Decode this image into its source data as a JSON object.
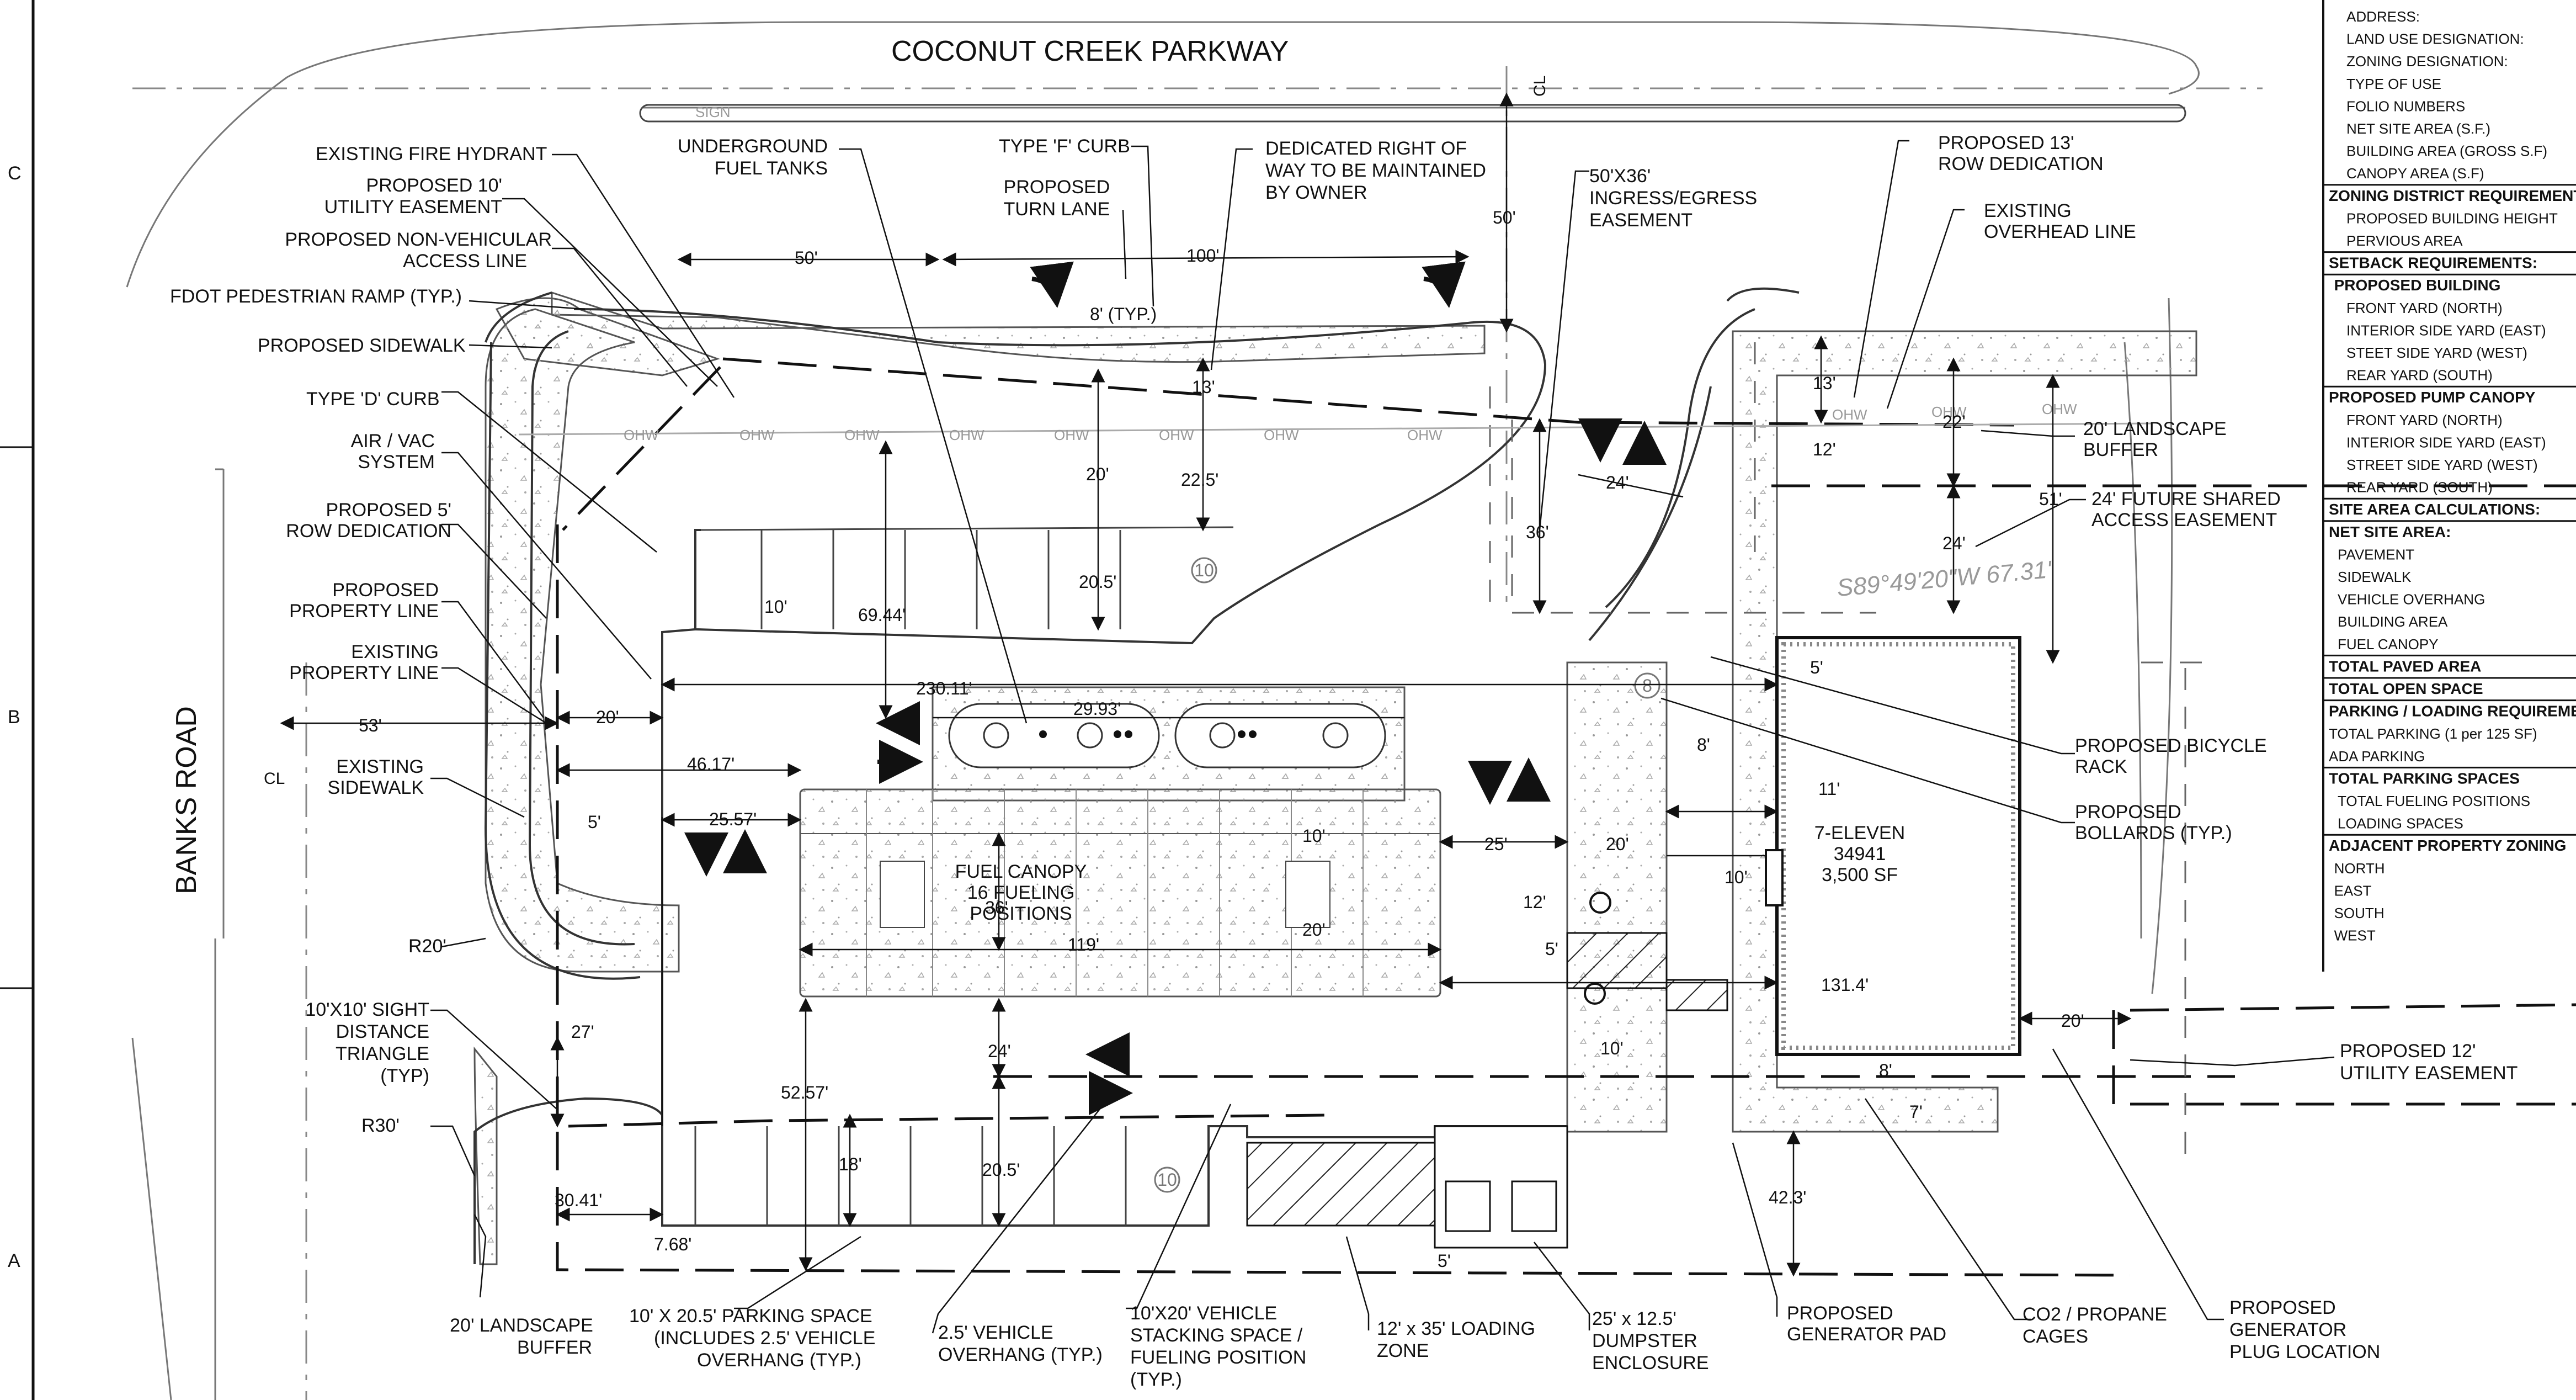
{
  "streets": {
    "north": "COCONUT CREEK PARKWAY",
    "west": "BANKS ROAD",
    "centerline": "CL",
    "sign": "SIGN"
  },
  "grid": {
    "c": "C",
    "b": "B",
    "a": "A"
  },
  "callouts": {
    "fire_hydrant": "EXISTING FIRE HYDRANT",
    "utility_easement_10": [
      "PROPOSED 10'",
      "UTILITY EASEMENT"
    ],
    "non_vehicular": [
      "PROPOSED NON-VEHICULAR",
      "ACCESS LINE"
    ],
    "ped_ramp": "FDOT PEDESTRIAN RAMP (TYP.)",
    "prop_sidewalk": "PROPOSED SIDEWALK",
    "type_d": "TYPE 'D' CURB",
    "air_vac": [
      "AIR / VAC",
      "SYSTEM"
    ],
    "row_5": [
      "PROPOSED 5'",
      "ROW DEDICATION"
    ],
    "prop_line": [
      "PROPOSED",
      "PROPERTY LINE"
    ],
    "exist_line": [
      "EXISTING",
      "PROPERTY LINE"
    ],
    "exist_sidewalk": [
      "EXISTING",
      "SIDEWALK"
    ],
    "r20": "R20'",
    "sight": [
      "10'X10' SIGHT",
      "DISTANCE",
      "TRIANGLE",
      "(TYP)"
    ],
    "r30": "R30'",
    "ug_tanks": [
      "UNDERGROUND",
      "FUEL TANKS"
    ],
    "type_f": "TYPE 'F' CURB",
    "turn_lane": [
      "PROPOSED",
      "TURN LANE"
    ],
    "dedicated_row": [
      "DEDICATED RIGHT OF",
      "WAY TO BE MAINTAINED",
      "BY OWNER"
    ],
    "ingress": [
      "50'X36'",
      "INGRESS/EGRESS",
      "EASEMENT"
    ],
    "row_13": [
      "PROPOSED 13'",
      "ROW DEDICATION"
    ],
    "overhead": [
      "EXISTING",
      "OVERHEAD LINE"
    ],
    "landscape_20": [
      "20' LANDSCAPE",
      "BUFFER"
    ],
    "future_access": [
      "24'  FUTURE SHARED",
      "ACCESS EASEMENT"
    ],
    "bike_rack": [
      "PROPOSED BICYCLE",
      "RACK"
    ],
    "bollards": [
      "PROPOSED",
      "BOLLARDS (TYP.)"
    ],
    "utility_easement_12": [
      "PROPOSED 12'",
      "UTILITY EASEMENT"
    ],
    "landscape_bottom": [
      "20' LANDSCAPE",
      "BUFFER"
    ],
    "parking_space": [
      "10' X 20.5' PARKING SPACE",
      "(INCLUDES 2.5' VEHICLE",
      "OVERHANG  (TYP.)"
    ],
    "overhang": [
      "2.5' VEHICLE",
      "OVERHANG (TYP.)"
    ],
    "stacking": [
      "10'X20' VEHICLE",
      "STACKING SPACE /",
      "FUELING POSITION",
      "(TYP.)"
    ],
    "loading": [
      "12' x 35' LOADING",
      "ZONE"
    ],
    "dumpster": [
      "25' x 12.5'",
      "DUMPSTER",
      "ENCLOSURE"
    ],
    "generator_pad": [
      "PROPOSED",
      "GENERATOR PAD"
    ],
    "co2": [
      "CO2 / PROPANE",
      "CAGES"
    ],
    "generator_plug": [
      "PROPOSED",
      "GENERATOR",
      "PLUG LOCATION"
    ]
  },
  "canopy": [
    "FUEL CANOPY",
    "16  FUELING",
    "POSITIONS"
  ],
  "store": [
    "7-ELEVEN",
    "34941",
    "3,500 SF"
  ],
  "bearing": "S89°49'20\"W 67.31'",
  "dims": {
    "d50a": "50'",
    "d100": "100'",
    "d8typ": "8' (TYP.)",
    "d13a": "13'",
    "d50b": "50'",
    "d20a": "20'",
    "d22_5": "22.5'",
    "d20_5a": "20.5'",
    "d10a": "10'",
    "d69": "69.44'",
    "d230": "230.11'",
    "d29": "29.93'",
    "d53": "53'",
    "d20b": "20'",
    "d46": "46.17'",
    "d5a": "5'",
    "d25": "25.57'",
    "d36a": "36'",
    "d119": "119'",
    "d10b": "10'",
    "d20c": "20'",
    "d25b": "25'",
    "d20d": "20'",
    "d8b": "8'",
    "d11": "11'",
    "d10c": "10'",
    "d12a": "12'",
    "d5b": "5'",
    "d10d": "10'",
    "d131": "131.4'",
    "d20e": "20'",
    "d8c": "8'",
    "d7": "7'",
    "d42": "42.3'",
    "d5c": "5'",
    "d24a": "24'",
    "d52": "52.57'",
    "d18": "18'",
    "d20_5b": "20.5'",
    "d27": "27'",
    "d30": "30.41'",
    "d7_68": "7.68'",
    "d13b": "13'",
    "d12b": "12'",
    "d22": "22'",
    "d24b": "24'",
    "d24c": "24'",
    "d51": "51'",
    "d36b": "36'",
    "d5d": "5'",
    "p10a": "10",
    "p10b": "10",
    "p8": "8"
  },
  "ohw": "OHW",
  "table": [
    {
      "t": "ADDRESS:",
      "h": false,
      "i": 1
    },
    {
      "t": "LAND USE DESIGNATION:",
      "h": false,
      "i": 1
    },
    {
      "t": "ZONING DESIGNATION:",
      "h": false,
      "i": 1
    },
    {
      "t": "TYPE OF USE",
      "h": false,
      "i": 1
    },
    {
      "t": "FOLIO NUMBERS",
      "h": false,
      "i": 1
    },
    {
      "t": "NET SITE AREA (S.F.)",
      "h": false,
      "i": 1
    },
    {
      "t": "BUILDING AREA (GROSS S.F)",
      "h": false,
      "i": 1
    },
    {
      "t": "CANOPY AREA (S.F)",
      "h": false,
      "i": 1
    },
    {
      "t": "ZONING DISTRICT REQUIREMENTS",
      "h": true,
      "i": 0
    },
    {
      "t": "PROPOSED BUILDING HEIGHT",
      "h": false,
      "i": 1
    },
    {
      "t": "PERVIOUS AREA",
      "h": false,
      "i": 1
    },
    {
      "t": "SETBACK REQUIREMENTS:",
      "h": true,
      "i": 0
    },
    {
      "t": "PROPOSED BUILDING",
      "h": true,
      "i": 0.3
    },
    {
      "t": "FRONT YARD (NORTH)",
      "h": false,
      "i": 1
    },
    {
      "t": "INTERIOR SIDE YARD (EAST)",
      "h": false,
      "i": 1
    },
    {
      "t": "STEET SIDE YARD (WEST)",
      "h": false,
      "i": 1
    },
    {
      "t": "REAR YARD (SOUTH)",
      "h": false,
      "i": 1
    },
    {
      "t": "PROPOSED PUMP CANOPY",
      "h": true,
      "i": 0
    },
    {
      "t": "FRONT YARD (NORTH)",
      "h": false,
      "i": 1
    },
    {
      "t": "INTERIOR SIDE YARD (EAST)",
      "h": false,
      "i": 1
    },
    {
      "t": "STREET SIDE YARD (WEST)",
      "h": false,
      "i": 1
    },
    {
      "t": "REAR YARD (SOUTH)",
      "h": false,
      "i": 1
    },
    {
      "t": "SITE AREA CALCULATIONS:",
      "h": true,
      "i": 0
    },
    {
      "t": "NET SITE AREA:",
      "h": true,
      "i": 0
    },
    {
      "t": "PAVEMENT",
      "h": false,
      "i": 0.5
    },
    {
      "t": "SIDEWALK",
      "h": false,
      "i": 0.5
    },
    {
      "t": "VEHICLE OVERHANG",
      "h": false,
      "i": 0.5
    },
    {
      "t": "BUILDING AREA",
      "h": false,
      "i": 0.5
    },
    {
      "t": "FUEL CANOPY",
      "h": false,
      "i": 0.5
    },
    {
      "t": "TOTAL PAVED AREA",
      "h": true,
      "i": 0
    },
    {
      "t": "TOTAL OPEN SPACE",
      "h": true,
      "i": 0
    },
    {
      "t": "PARKING / LOADING REQUIREMENTS",
      "h": true,
      "i": 0
    },
    {
      "t": "TOTAL PARKING (1 per 125 SF)",
      "h": false,
      "i": 0
    },
    {
      "t": "ADA PARKING",
      "h": false,
      "i": 0
    },
    {
      "t": "TOTAL PARKING SPACES",
      "h": true,
      "i": 0
    },
    {
      "t": "TOTAL FUELING POSITIONS",
      "h": false,
      "i": 0.5
    },
    {
      "t": "LOADING SPACES",
      "h": false,
      "i": 0.5
    },
    {
      "t": "ADJACENT PROPERTY ZONING",
      "h": true,
      "i": 0
    },
    {
      "t": "NORTH",
      "h": false,
      "i": 0.3
    },
    {
      "t": "EAST",
      "h": false,
      "i": 0.3
    },
    {
      "t": "SOUTH",
      "h": false,
      "i": 0.3
    },
    {
      "t": "WEST",
      "h": false,
      "i": 0.3
    }
  ]
}
